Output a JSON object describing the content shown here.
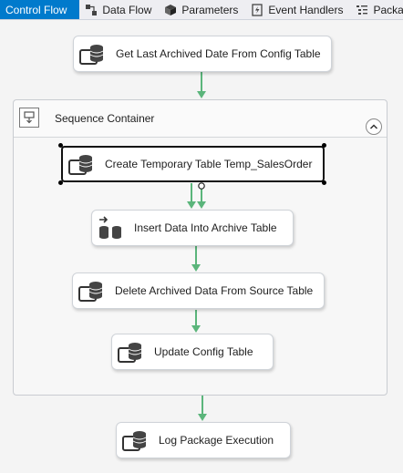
{
  "tabs": [
    {
      "label": "Control Flow",
      "icon": "control-flow-icon",
      "active": true
    },
    {
      "label": "Data Flow",
      "icon": "data-flow-icon",
      "active": false
    },
    {
      "label": "Parameters",
      "icon": "parameters-icon",
      "active": false
    },
    {
      "label": "Event Handlers",
      "icon": "event-handlers-icon",
      "active": false
    },
    {
      "label": "Package",
      "icon": "package-explorer-icon",
      "active": false
    }
  ],
  "container": {
    "title": "Sequence Container",
    "icon": "sequence-container-icon",
    "collapse_icon": "chevron-up-icon"
  },
  "tasks": {
    "get_last_archived_date": {
      "label": "Get Last Archived Date From Config Table",
      "icon": "execute-sql-task-icon"
    },
    "create_temp_table": {
      "label": "Create Temporary Table Temp_SalesOrder",
      "icon": "execute-sql-task-icon",
      "selected": true
    },
    "insert_archive": {
      "label": "Insert Data Into Archive Table",
      "icon": "data-flow-task-icon"
    },
    "delete_archived": {
      "label": "Delete Archived Data From Source Table",
      "icon": "execute-sql-task-icon"
    },
    "update_config": {
      "label": "Update Config Table",
      "icon": "execute-sql-task-icon"
    },
    "log_execution": {
      "label": "Log Package Execution",
      "icon": "execute-sql-task-icon"
    }
  },
  "colors": {
    "active_tab": "#007acc",
    "precedence_success": "#5bb57b"
  }
}
